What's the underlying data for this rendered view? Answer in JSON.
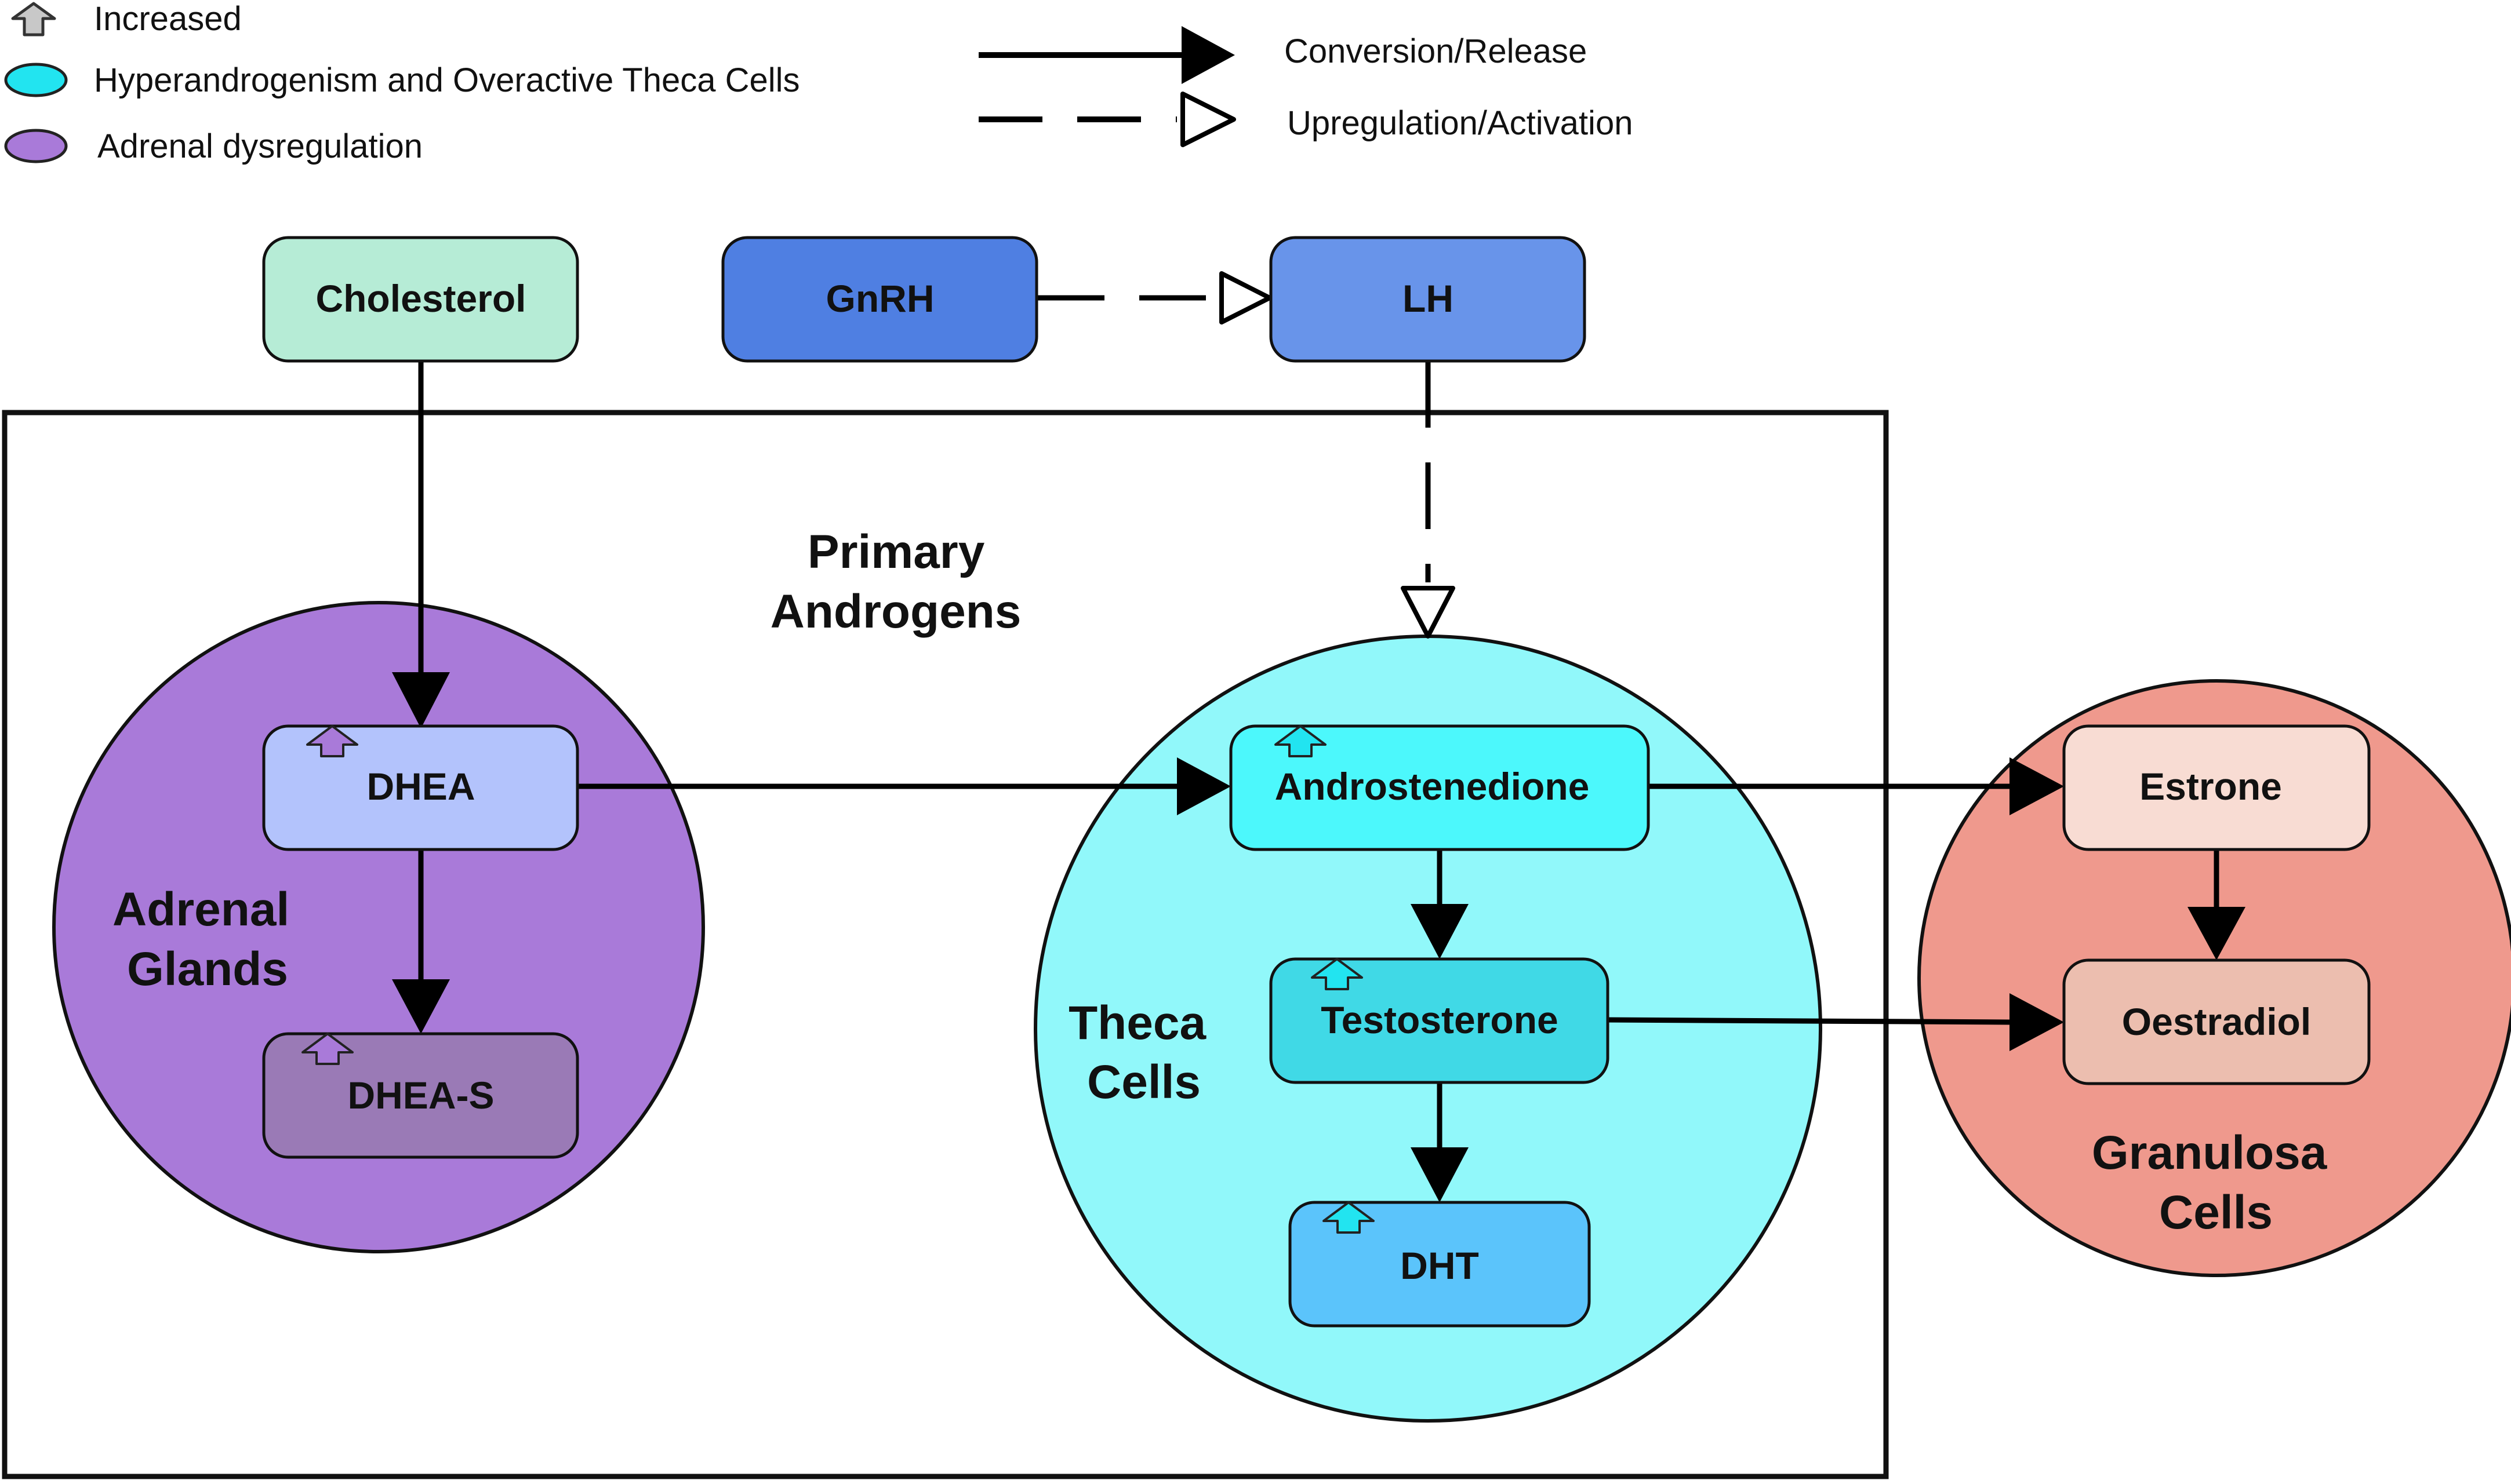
{
  "legend": {
    "increased": "Increased",
    "hyperandrogenism": "Hyperandrogenism and Overactive Theca Cells",
    "adrenal": "Adrenal dysregulation",
    "conversion": "Conversion/Release",
    "upregulation": "Upregulation/Activation"
  },
  "colors": {
    "adrenal_circle": "#a97ad9",
    "theca_circle": "#91f8fa",
    "granulosa_circle": "#ef998d",
    "legend_cyan": "#22e4f0",
    "legend_purple": "#a97ad9",
    "increased_arrow": "#c8c8c8"
  },
  "regions": {
    "primary_androgens": [
      "Primary",
      "Androgens"
    ],
    "adrenal_glands": [
      "Adrenal",
      "Glands"
    ],
    "theca_cells": [
      "Theca",
      "Cells"
    ],
    "granulosa_cells": [
      "Granulosa",
      "Cells"
    ]
  },
  "nodes": {
    "cholesterol": "Cholesterol",
    "gnrh": "GnRH",
    "lh": "LH",
    "dhea": "DHEA",
    "dhea_s": "DHEA-S",
    "androstenedione": "Androstenedione",
    "testosterone": "Testosterone",
    "dht": "DHT",
    "estrone": "Estrone",
    "oestradiol": "Oestradiol"
  }
}
